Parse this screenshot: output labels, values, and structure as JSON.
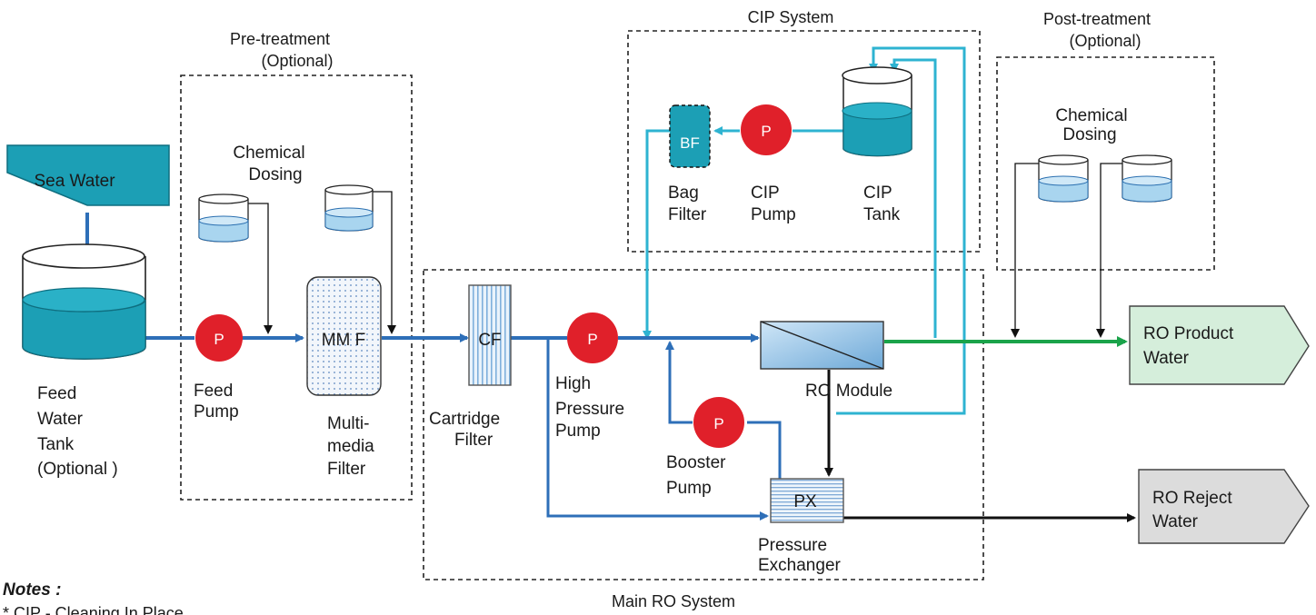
{
  "colors": {
    "main_flow": "#2e6fb8",
    "cip_flow": "#2eb3d1",
    "product_flow": "#1aa34a",
    "reject_flow": "#111111",
    "pump_red": "#e0202a",
    "water_teal": "#1c9fb5",
    "product_box": "#d5eedb",
    "reject_box": "#dcdcdc"
  },
  "sections": {
    "pretreatment": [
      "Pre-treatment",
      "(Optional)"
    ],
    "cip": "CIP System",
    "posttreatment": [
      "Post-treatment",
      "(Optional)"
    ],
    "main_ro": "Main RO System"
  },
  "sea_water": "Sea Water",
  "feed_tank": [
    "Feed",
    "Water",
    "Tank",
    "(Optional )"
  ],
  "chemical_dosing_pre": [
    "Chemical",
    "Dosing"
  ],
  "chemical_dosing_post": [
    "Chemical",
    "Dosing"
  ],
  "feed_pump": {
    "symbol": "P",
    "label": [
      "Feed",
      "Pump"
    ]
  },
  "mmf": {
    "symbol": "MM F",
    "label": [
      "Multi-",
      "media",
      "Filter"
    ]
  },
  "cartridge": {
    "symbol": "CF",
    "label": [
      "Cartridge",
      "Filter"
    ]
  },
  "hp_pump": {
    "symbol": "P",
    "label": [
      "High",
      "Pressure",
      "Pump"
    ]
  },
  "booster": {
    "symbol": "P",
    "label": [
      "Booster",
      "Pump"
    ]
  },
  "ro_module": "RO Module",
  "px": {
    "symbol": "PX",
    "label": [
      "Pressure",
      "Exchanger"
    ]
  },
  "bag_filter": {
    "symbol": "BF",
    "label": [
      "Bag",
      "Filter"
    ]
  },
  "cip_pump": {
    "symbol": "P",
    "label": [
      "CIP",
      "Pump"
    ]
  },
  "cip_tank": [
    "CIP",
    "Tank"
  ],
  "product_water": [
    "RO Product",
    "Water"
  ],
  "reject_water": [
    "RO Reject",
    "Water"
  ],
  "notes": {
    "title": "Notes :",
    "line1": "* CIP - Cleaning In Place"
  }
}
